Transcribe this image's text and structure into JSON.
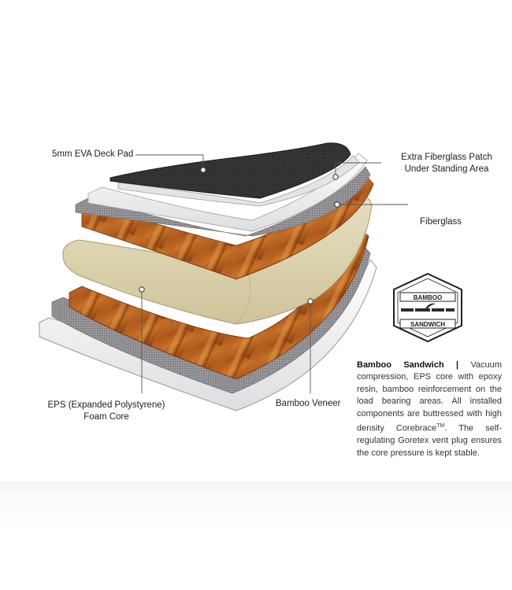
{
  "diagram": {
    "callouts": {
      "deck_pad": "5mm EVA Deck Pad",
      "patch_line1": "Extra Fiberglass Patch",
      "patch_line2": "Under Standing Area",
      "fiberglass": "Fiberglass",
      "eps_line1": "EPS (Expanded Polystyrene)",
      "eps_line2": "Foam Core",
      "veneer": "Bamboo Veneer"
    },
    "badge": {
      "top_text": "BAMBOO",
      "bottom_text": "SANDWICH"
    },
    "description": {
      "title": "Bamboo Sandwich |",
      "body_before_tm": " Vacuum compression, EPS core with epoxy resin, bamboo reinforcement on the load bearing areas. All installed components are buttressed with high density Corebrace",
      "trademark": "TM",
      "body_after_tm": ". The self-regulating Goretex vent plug ensures the core pressure is kept stable."
    },
    "colors": {
      "deck_pad": "#2b2b2d",
      "bamboo": "#b8651c",
      "foam_core": "#dcd3b0",
      "fiberglass": "#f1f1f3",
      "glass_mesh": "#8a8a8e",
      "leader_line": "#555555"
    }
  }
}
